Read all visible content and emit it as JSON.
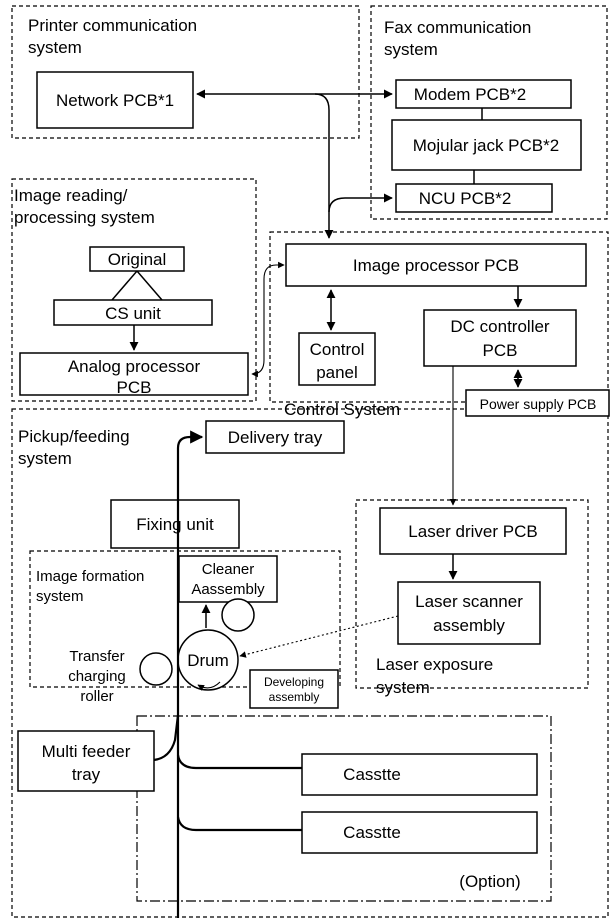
{
  "systems": {
    "printer_comm": [
      "Printer communication",
      "system"
    ],
    "fax_comm": [
      "Fax communication",
      "system"
    ],
    "image_reading": [
      "Image reading/",
      "processing system"
    ],
    "control": "Control System",
    "pickup_feeding": [
      "Pickup/feeding",
      "system"
    ],
    "image_formation": [
      "Image formation",
      "system"
    ],
    "laser_exposure": [
      "Laser exposure",
      "system"
    ]
  },
  "boxes": {
    "network_pcb": "Network PCB*1",
    "modem_pcb": "Modem PCB*2",
    "modular_jack_pcb": "Mojular jack PCB*2",
    "ncu_pcb": "NCU PCB*2",
    "original": "Original",
    "cs_unit": "CS unit",
    "analog_processor_pcb": [
      "Analog processor",
      "PCB"
    ],
    "image_processor_pcb": "Image processor PCB",
    "control_panel": [
      "Control",
      "panel"
    ],
    "dc_controller_pcb": [
      "DC controller",
      "PCB"
    ],
    "power_supply_pcb": "Power supply PCB",
    "delivery_tray": "Delivery tray",
    "fixing_unit": "Fixing unit",
    "cleaner_assembly": [
      "Cleaner",
      "Aassembly"
    ],
    "drum": "Drum",
    "transfer_charging_roller": [
      "Transfer",
      "charging",
      "roller"
    ],
    "developing_assembly": [
      "Developing",
      "assembly"
    ],
    "laser_driver_pcb": "Laser driver PCB",
    "laser_scanner_assembly": [
      "Laser scanner",
      "assembly"
    ],
    "multi_feeder_tray": [
      "Multi feeder",
      "tray"
    ],
    "cassette_1": "Casstte",
    "cassette_2": "Casstte",
    "option": "(Option)"
  }
}
